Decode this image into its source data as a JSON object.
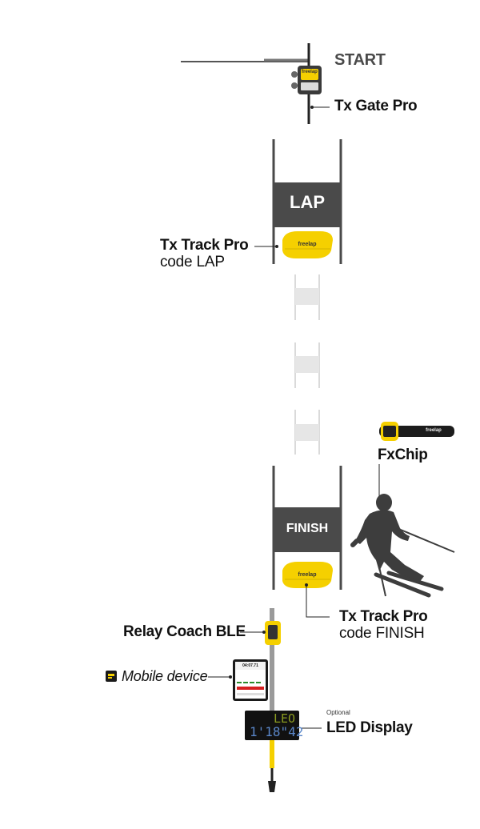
{
  "start": {
    "label": "START"
  },
  "tx_gate": {
    "label": "Tx Gate Pro",
    "brand": "freelap",
    "model": "Tx Gate Pro"
  },
  "lap_gate": {
    "banner": "LAP"
  },
  "tx_track_lap": {
    "title": "Tx Track Pro",
    "subtitle": "code LAP",
    "brand": "freelap"
  },
  "fxchip": {
    "label": "FxChip",
    "strap_brand": "freelap"
  },
  "finish_gate": {
    "banner": "FINISH"
  },
  "tx_track_finish": {
    "title": "Tx Track Pro",
    "subtitle": "code FINISH",
    "brand": "freelap"
  },
  "relay": {
    "label": "Relay Coach BLE"
  },
  "mobile": {
    "label": "Mobile device",
    "screen_time": "04:07.71"
  },
  "led_display": {
    "optional": "Optional",
    "label": "LED Display",
    "name": "LEO",
    "time": "1'18\"42"
  },
  "colors": {
    "accent_yellow": "#f5d000",
    "gate_dark": "#4a4a4a",
    "faded_gate": "#e6e6e6",
    "pole": "#9a9a9a"
  },
  "icons": [
    "app-icon",
    "skier-silhouette",
    "fxchip-watch-icon"
  ]
}
